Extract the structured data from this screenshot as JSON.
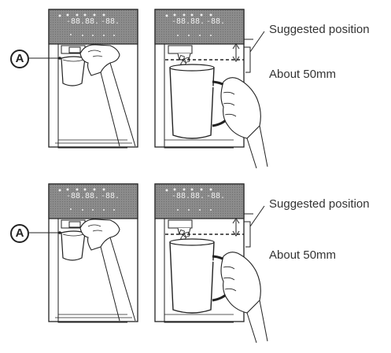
{
  "panels": [
    {
      "callout_letter": "A",
      "suggested_label": "Suggested position",
      "distance_label": "About 50mm",
      "display_digits": [
        "-88.",
        "88.",
        "-88."
      ]
    },
    {
      "callout_letter": "A",
      "suggested_label": "Suggested position",
      "distance_label": "About 50mm",
      "display_digits": [
        "-88.",
        "88.",
        "-88."
      ]
    }
  ]
}
